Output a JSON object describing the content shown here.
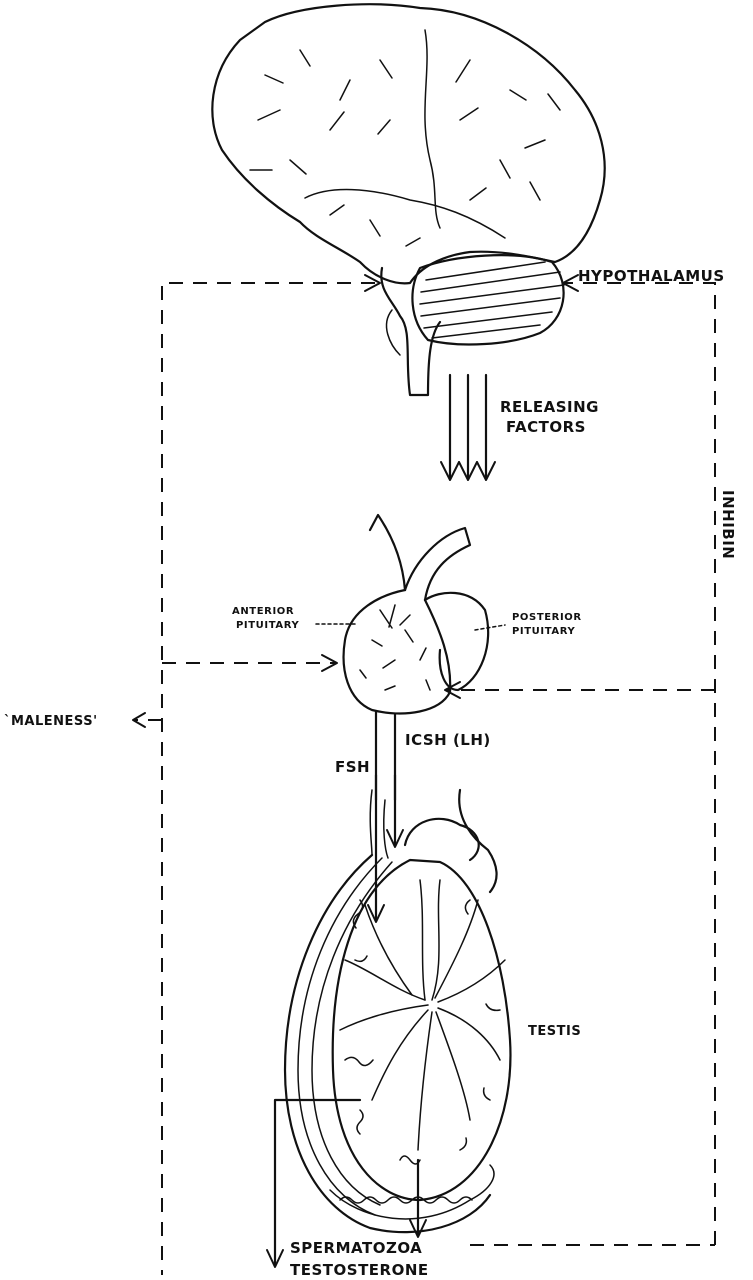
{
  "labels": {
    "hypothalamus": "HYPOTHALAMUS",
    "releasing_1": "RELEASING",
    "releasing_2": "FACTORS",
    "inhibin": "INHIBIN",
    "anterior_1": "ANTERIOR",
    "anterior_2": "PITUITARY",
    "posterior_1": "POSTERIOR",
    "posterior_2": "PITUITARY",
    "maleness": "`MALENESS'",
    "fsh": "FSH",
    "icsh": "ICSH (LH)",
    "testis": "TESTIS",
    "spermatozoa": "SPERMATOZOA",
    "testosterone": "TESTOSTERONE"
  },
  "colors": {
    "ink": "#111111",
    "background": "#ffffff"
  }
}
